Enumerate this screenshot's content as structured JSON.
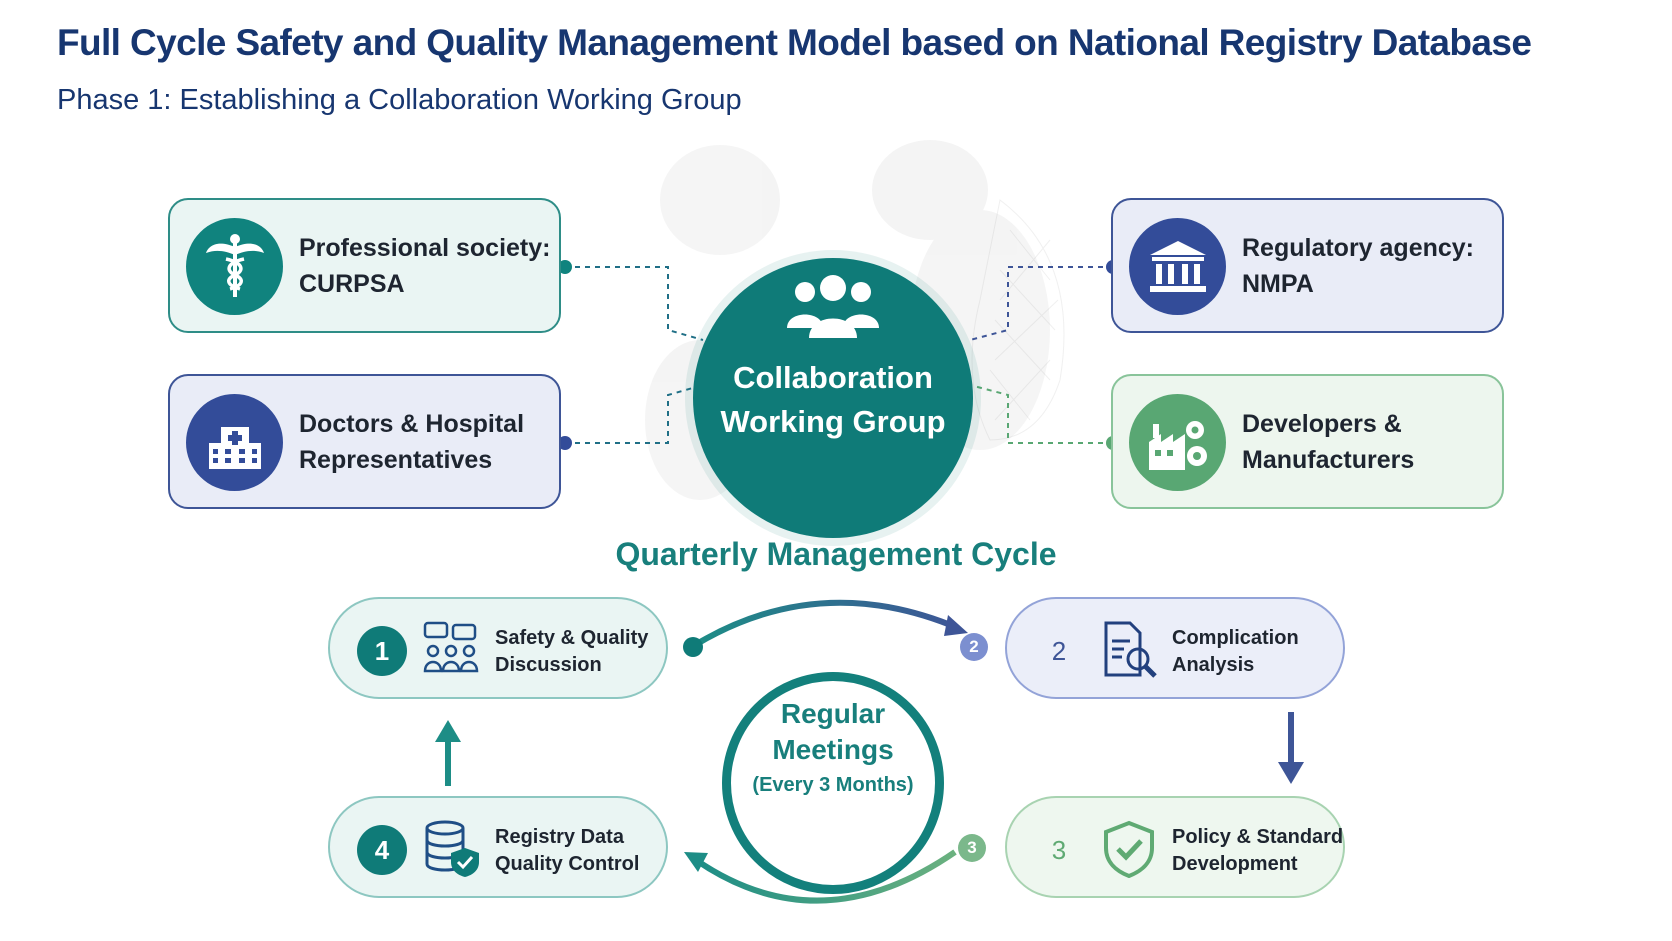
{
  "header": {
    "title": "Full Cycle Safety and Quality Management Model based on National Registry Database",
    "subtitle": "Phase 1: Establishing a Collaboration Working Group"
  },
  "working_group": {
    "center": {
      "line1": "Collaboration",
      "line2": "Working Group",
      "icon": "people-group-icon"
    },
    "members": [
      {
        "line1": "Professional society:",
        "line2": "CURPSA",
        "icon": "caduceus-icon",
        "color": "#10837e"
      },
      {
        "line1": "Doctors & Hospital",
        "line2": "Representatives",
        "icon": "hospital-icon",
        "color": "#334c99"
      },
      {
        "line1": "Regulatory agency:",
        "line2": "NMPA",
        "icon": "government-building-icon",
        "color": "#334c99"
      },
      {
        "line1": "Developers &",
        "line2": "Manufacturers",
        "icon": "factory-gear-icon",
        "color": "#59a773"
      }
    ]
  },
  "cycle": {
    "title": "Quarterly Management Cycle",
    "center": {
      "line1": "Regular",
      "line2": "Meetings",
      "line3": "(Every 3 Months)"
    },
    "steps": [
      {
        "number": "1",
        "line1": "Safety & Quality",
        "line2": "Discussion",
        "icon": "discussion-group-icon"
      },
      {
        "number": "2",
        "line1": "Complication",
        "line2": "Analysis",
        "icon": "document-search-icon"
      },
      {
        "number": "3",
        "line1": "Policy & Standard",
        "line2": "Development",
        "icon": "shield-check-icon"
      },
      {
        "number": "4",
        "line1": "Registry Data",
        "line2": "Quality Control",
        "icon": "database-shield-icon"
      }
    ],
    "connector_badges": {
      "step2": "2",
      "step3": "3"
    }
  },
  "colors": {
    "teal": "#0f7b78",
    "navy": "#334c99",
    "green": "#59a773",
    "title": "#173670"
  }
}
